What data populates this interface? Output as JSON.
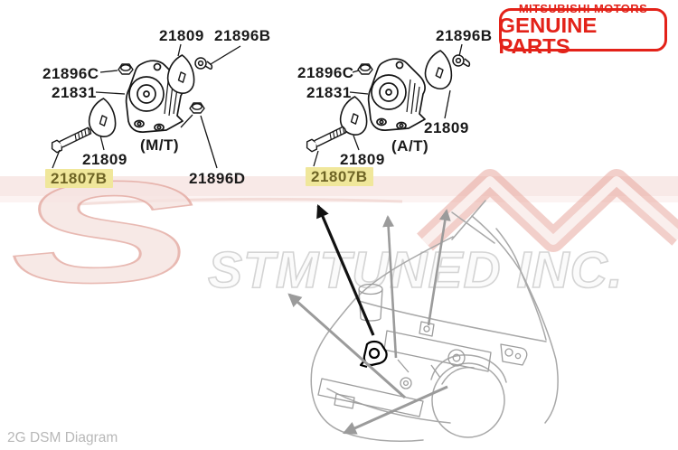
{
  "logo": {
    "line1": "MITSUBISHI MOTORS",
    "line2": "GENUINE PARTS"
  },
  "left_diagram": {
    "transmission": "(M/T)",
    "part_21809_top": "21809",
    "part_21896B": "21896B",
    "part_21896C": "21896C",
    "part_21831": "21831",
    "part_21809_bottom": "21809",
    "part_21807B": "21807B",
    "part_21896D": "21896D"
  },
  "right_diagram": {
    "transmission": "(A/T)",
    "part_21896B": "21896B",
    "part_21896C": "21896C",
    "part_21831": "21831",
    "part_21809_side": "21809",
    "part_21809_bottom": "21809",
    "part_21807B": "21807B"
  },
  "watermark": {
    "letter": "S",
    "company": "STMTUNED INC."
  },
  "footer": {
    "caption": "2G DSM Diagram"
  },
  "colors": {
    "brand_red": "#e32219",
    "highlight_bg": "#f0e79b",
    "highlight_text": "#6f6526",
    "label_text": "#1a1a1a",
    "sketch_gray": "#a8a8a8",
    "arrow_gray": "#9b9b9b",
    "caption_gray": "#b8b8b8"
  }
}
